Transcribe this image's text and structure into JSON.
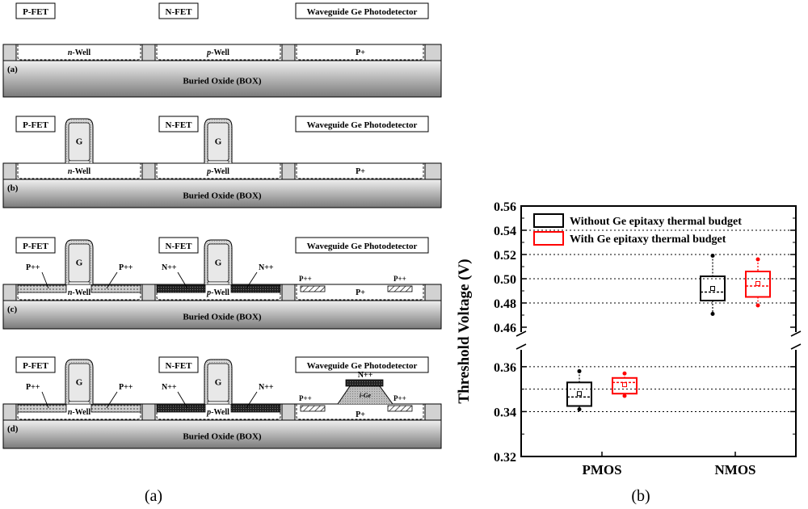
{
  "figure": {
    "caption_a": "(a)",
    "caption_b": "(b)"
  },
  "process": {
    "panels": [
      {
        "tag": "(a)",
        "box_label": "Buried Oxide (BOX)"
      },
      {
        "tag": "(b)",
        "box_label": "Buried Oxide (BOX)"
      },
      {
        "tag": "(c)",
        "box_label": "Buried Oxide (BOX)"
      },
      {
        "tag": "(d)",
        "box_label": "Buried Oxide (BOX)"
      }
    ],
    "region_labels": {
      "pfet": "P-FET",
      "nfet": "N-FET",
      "pd": "Waveguide Ge Photodetector"
    },
    "wells": {
      "n_italic": "n",
      "p_italic": "p",
      "suffix": "-Well",
      "p_plus": "P+"
    },
    "gate": "G",
    "implants": {
      "p_pp": "P++",
      "n_pp": "N++",
      "ige": "i-Ge"
    }
  },
  "chart_data": {
    "type": "box",
    "ylabel": "Threshold Voltage (V)",
    "categories": [
      "PMOS",
      "NMOS"
    ],
    "y_axis_break": [
      0.365,
      0.46
    ],
    "y_ticks_lower": [
      0.32,
      0.34,
      0.36
    ],
    "y_ticks_upper": [
      0.46,
      0.48,
      0.5,
      0.52,
      0.54,
      0.56
    ],
    "gridlines": [
      0.34,
      0.35,
      0.36,
      0.48,
      0.5,
      0.52,
      0.54
    ],
    "legend_position": "top",
    "series": [
      {
        "name": "Without Ge epitaxy thermal budget",
        "color": "#000000",
        "boxes": [
          {
            "category": "PMOS",
            "min": 0.341,
            "q1": 0.3425,
            "median": 0.3465,
            "mean": 0.348,
            "q3": 0.353,
            "max": 0.358
          },
          {
            "category": "NMOS",
            "min": 0.471,
            "q1": 0.482,
            "median": 0.489,
            "mean": 0.492,
            "q3": 0.502,
            "max": 0.519
          }
        ]
      },
      {
        "name": "With Ge epitaxy thermal budget",
        "color": "#ff0000",
        "boxes": [
          {
            "category": "PMOS",
            "min": 0.347,
            "q1": 0.348,
            "median": 0.353,
            "mean": 0.352,
            "q3": 0.355,
            "max": 0.357
          },
          {
            "category": "NMOS",
            "min": 0.478,
            "q1": 0.485,
            "median": 0.494,
            "mean": 0.496,
            "q3": 0.506,
            "max": 0.516
          }
        ]
      }
    ]
  }
}
